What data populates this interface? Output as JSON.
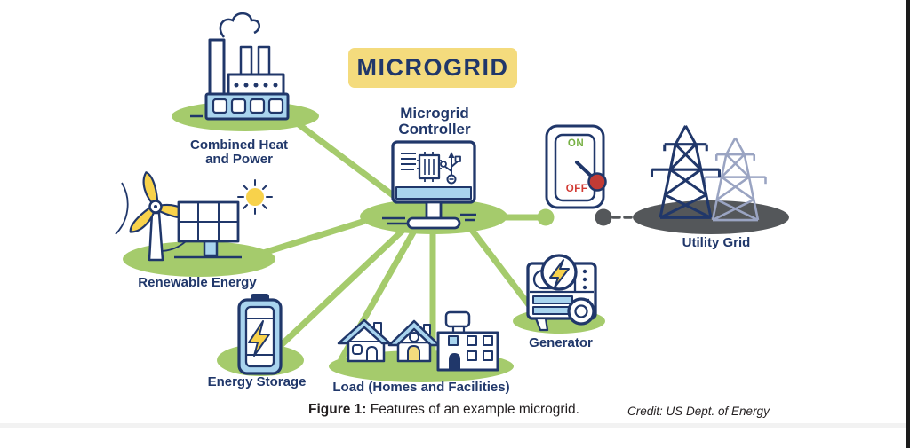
{
  "title": "MICROGRID",
  "controller": {
    "line1": "Microgrid",
    "line2": "Controller"
  },
  "nodes": {
    "chp": {
      "line1": "Combined Heat",
      "line2": "and Power"
    },
    "renewable": {
      "label": "Renewable Energy"
    },
    "storage": {
      "label": "Energy Storage"
    },
    "load": {
      "label": "Load (Homes and Facilities)"
    },
    "generator": {
      "label": "Generator"
    },
    "utility": {
      "label": "Utility Grid"
    }
  },
  "breaker_switch": {
    "on": "ON",
    "off": "OFF",
    "state": "OFF"
  },
  "caption": {
    "prefix": "Figure 1:",
    "text": "Features of an example microgrid."
  },
  "credit": "Credit: US Dept. of Energy",
  "colors": {
    "navy": "#20376a",
    "green": "#a5cb6c",
    "lightBlue": "#a9d4ee",
    "yellow": "#f8d24b",
    "paleYellow": "#f4db7d",
    "onGreen": "#76b043",
    "offRed": "#d23b34",
    "knobRed": "#c23b34",
    "darkGray": "#54575a",
    "towerLight": "#9aa4c2",
    "captionColor": "#231f20"
  }
}
